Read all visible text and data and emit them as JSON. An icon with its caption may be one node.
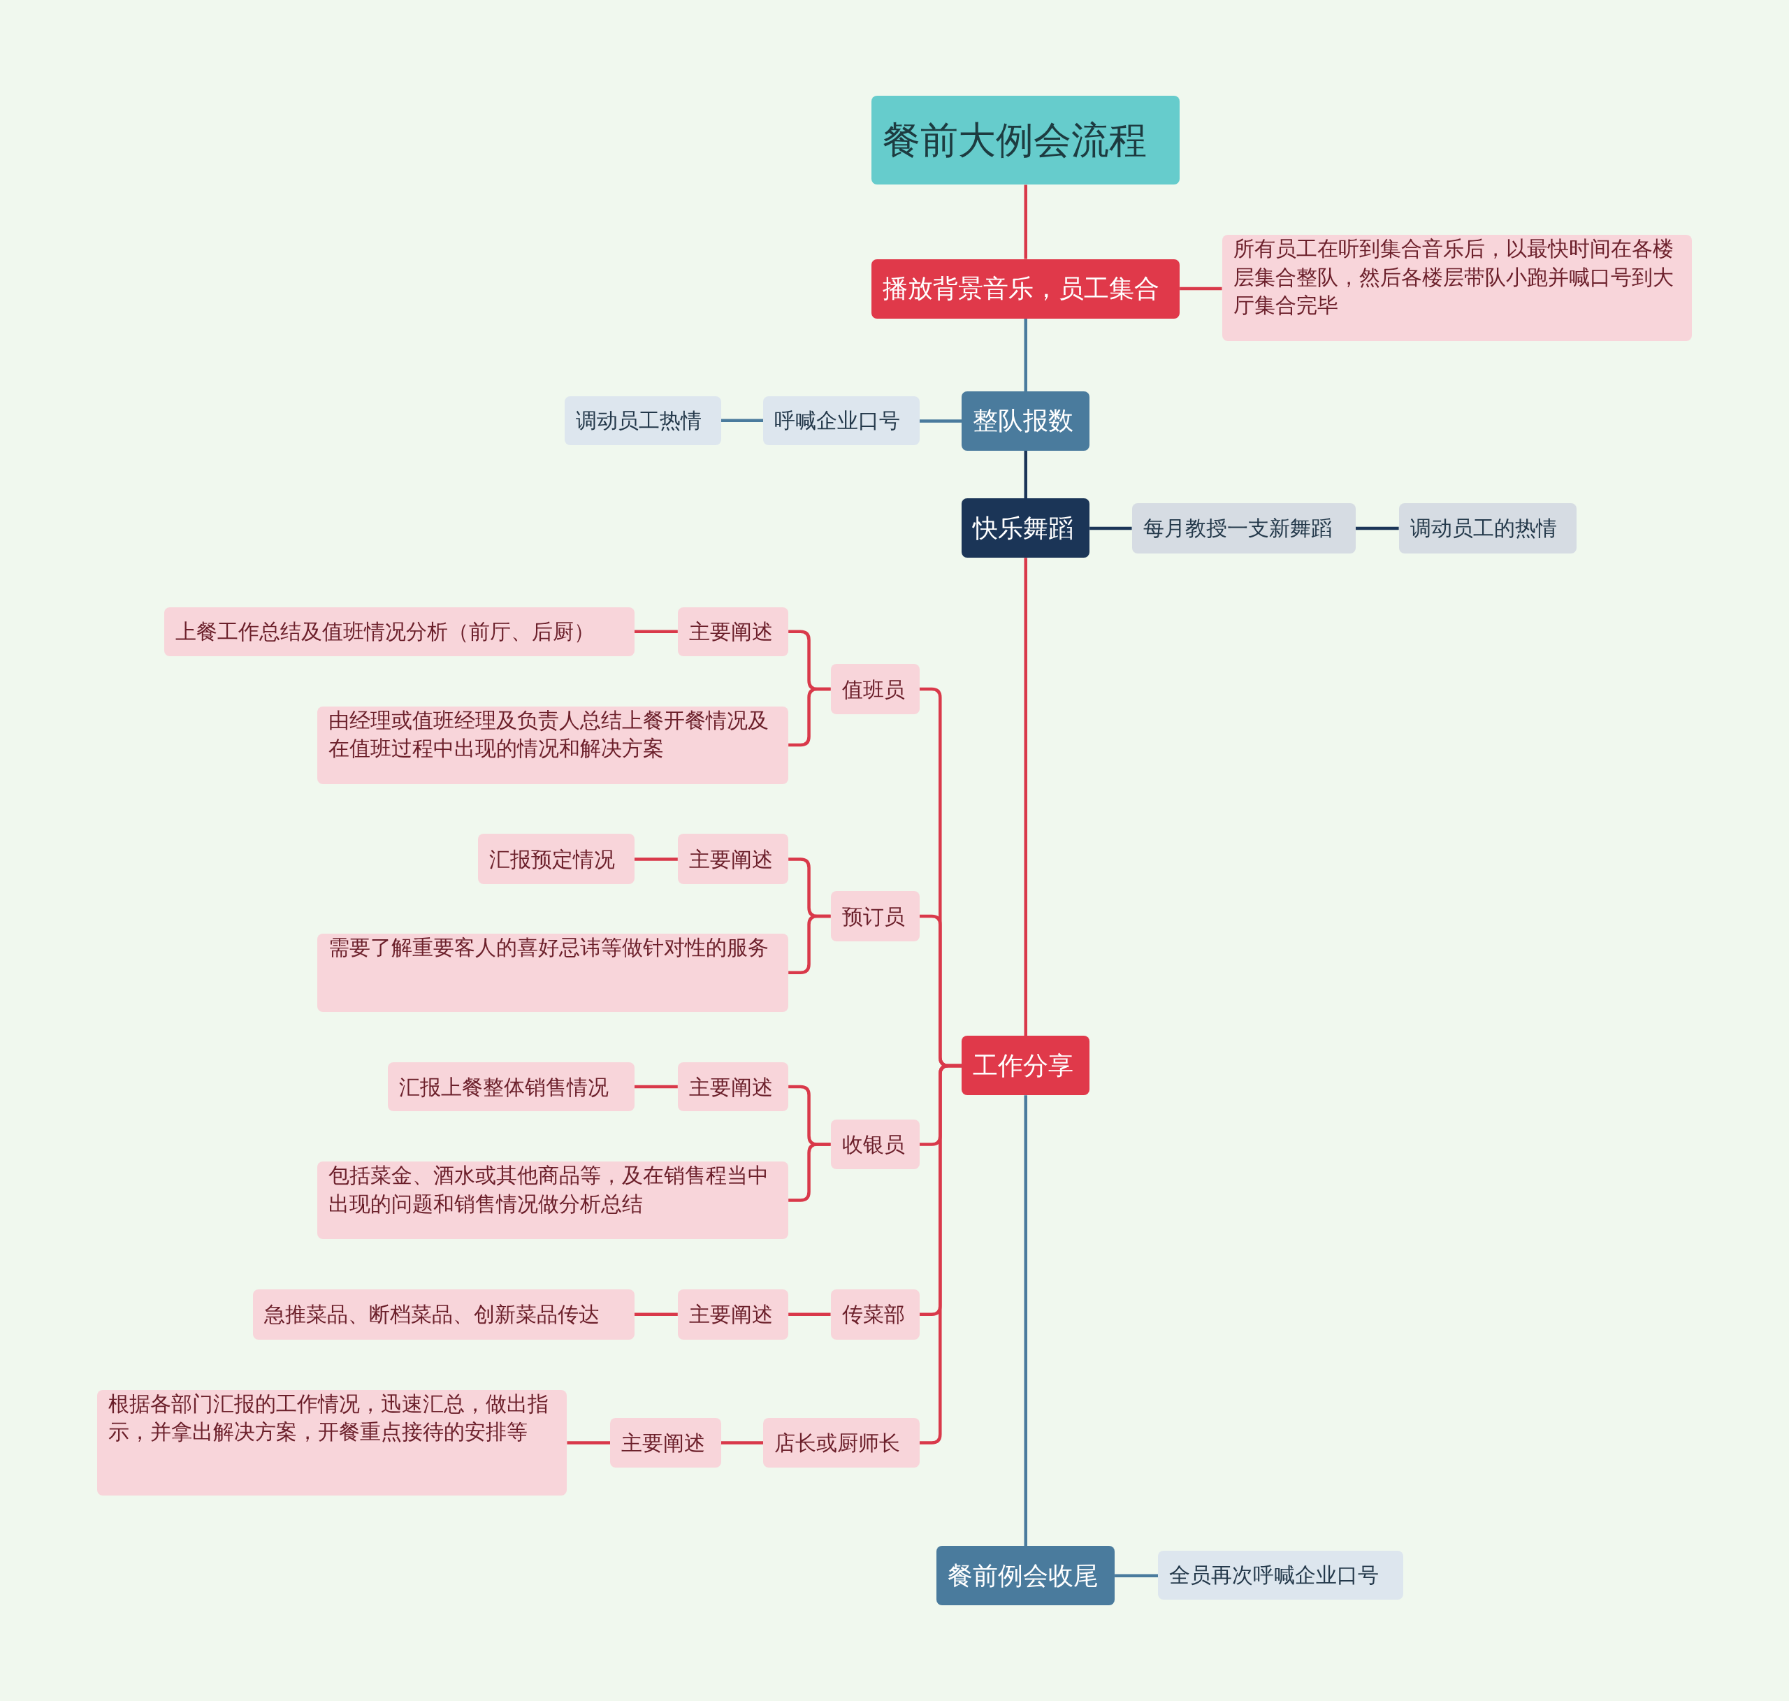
{
  "diagram": {
    "nodes": [
      {
        "text": [
          "餐前大例会流程"
        ]
      },
      {
        "text": [
          "播放背景音乐，员工集合"
        ]
      },
      {
        "text": [
          "所有员工在听到集合音乐后，以最快时间在各楼层集合整队，然后各楼层带队小跑并喊口号到大厅集合完毕"
        ]
      },
      {
        "text": [
          "整队报数"
        ]
      },
      {
        "text": [
          "呼喊企业口号"
        ]
      },
      {
        "text": [
          "调动员工热情"
        ]
      },
      {
        "text": [
          "快乐舞蹈"
        ]
      },
      {
        "text": [
          "每月教授一支新舞蹈"
        ]
      },
      {
        "text": [
          "调动员工的热情"
        ]
      },
      {
        "text": [
          "工作分享"
        ]
      },
      {
        "text": [
          "值班员"
        ]
      },
      {
        "text": [
          "主要阐述"
        ]
      },
      {
        "text": [
          "上餐工作总结及值班情况分析（前厅、后厨）"
        ]
      },
      {
        "text": [
          "由经理或值班经理及负责人总结上餐开餐情况及在值班过程中出现的情况和解决方案"
        ]
      },
      {
        "text": [
          "预订员"
        ]
      },
      {
        "text": [
          "主要阐述"
        ]
      },
      {
        "text": [
          "汇报预定情况"
        ]
      },
      {
        "text": [
          "需要了解重要客人的喜好忌讳等做针对性的服务"
        ]
      },
      {
        "text": [
          "收银员"
        ]
      },
      {
        "text": [
          "主要阐述"
        ]
      },
      {
        "text": [
          "汇报上餐整体销售情况"
        ]
      },
      {
        "text": [
          "包括菜金、酒水或其他商品等，及在销售程当中出现的问题和销售情况做分析总结"
        ]
      },
      {
        "text": [
          "传菜部"
        ]
      },
      {
        "text": [
          "主要阐述"
        ]
      },
      {
        "text": [
          "急推菜品、断档菜品、创新菜品传达"
        ]
      },
      {
        "text": [
          "店长或厨师长"
        ]
      },
      {
        "text": [
          "主要阐述"
        ]
      },
      {
        "text": [
          "根据各部门汇报的工作情况，迅速汇总，做出指示，并拿出解决方案，开餐重点接待的安排等"
        ]
      },
      {
        "text": [
          "餐前例会收尾"
        ]
      },
      {
        "text": [
          "全员再次呼喊企业口号"
        ]
      }
    ],
    "edges": [
      {
        "from": 0,
        "to": 1,
        "arrow": "none"
      },
      {
        "from": 1,
        "to": 2,
        "arrow": "none"
      },
      {
        "from": 1,
        "to": 3,
        "arrow": "none",
        "color": "#4a7b9d"
      },
      {
        "from": 3,
        "to": 4,
        "arrow": "none",
        "color": "#4a7b9d"
      },
      {
        "from": 4,
        "to": 5,
        "arrow": "none",
        "color": "#4a7b9d"
      },
      {
        "from": 3,
        "to": 6,
        "arrow": "none",
        "color": "#1b3557"
      },
      {
        "from": 6,
        "to": 7,
        "arrow": "none",
        "color": "#1b3557"
      },
      {
        "from": 7,
        "to": 8,
        "arrow": "none",
        "color": "#1b3557"
      },
      {
        "from": 6,
        "to": 9,
        "arrow": "none"
      },
      {
        "from": 9,
        "to": 10,
        "arrow": "none"
      },
      {
        "from": 10,
        "to": 11,
        "arrow": "none"
      },
      {
        "from": 11,
        "to": 12,
        "arrow": "none"
      },
      {
        "from": 10,
        "to": 13,
        "arrow": "none"
      },
      {
        "from": 9,
        "to": 14,
        "arrow": "none"
      },
      {
        "from": 14,
        "to": 15,
        "arrow": "none"
      },
      {
        "from": 15,
        "to": 16,
        "arrow": "none"
      },
      {
        "from": 14,
        "to": 17,
        "arrow": "none"
      },
      {
        "from": 9,
        "to": 18,
        "arrow": "none"
      },
      {
        "from": 18,
        "to": 19,
        "arrow": "none"
      },
      {
        "from": 19,
        "to": 20,
        "arrow": "none"
      },
      {
        "from": 18,
        "to": 21,
        "arrow": "none"
      },
      {
        "from": 9,
        "to": 22,
        "arrow": "none"
      },
      {
        "from": 22,
        "to": 23,
        "arrow": "none"
      },
      {
        "from": 23,
        "to": 24,
        "arrow": "none"
      },
      {
        "from": 9,
        "to": 25,
        "arrow": "none"
      },
      {
        "from": 25,
        "to": 26,
        "arrow": "none"
      },
      {
        "from": 26,
        "to": 27,
        "arrow": "none"
      },
      {
        "from": 9,
        "to": 28,
        "arrow": "none",
        "color": "#4a7b9d"
      },
      {
        "from": 28,
        "to": 29,
        "arrow": "none",
        "color": "#4a7b9d"
      }
    ]
  }
}
